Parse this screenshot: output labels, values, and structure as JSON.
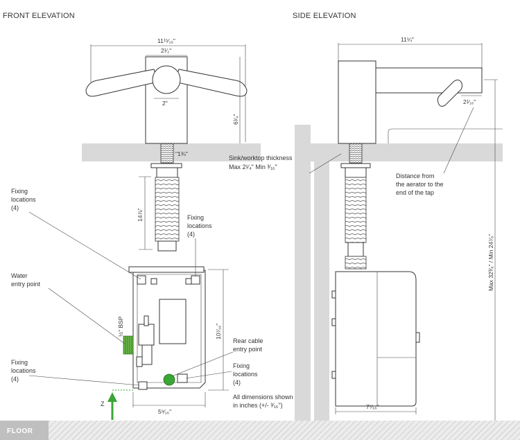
{
  "front": {
    "heading": "FRONT ELEVATION",
    "dims": {
      "overall_width": "11¹⁵⁄₁₆\"",
      "top_width": "2¹⁄₂\"",
      "bottom_width": "2\"",
      "height": "6¹⁄₄\"",
      "shank": "1¾\"",
      "hose_length": "14⅞\"",
      "box_height": "10⁷⁄₁₆\"",
      "box_width": "5⁹⁄₁₆\"",
      "bsp": "½\" BSP",
      "z": "Z"
    },
    "labels": {
      "fixing_tl": [
        "Fixing",
        "locations",
        "(4)"
      ],
      "fixing_tr": [
        "Fixing",
        "locations",
        "(4)"
      ],
      "water": [
        "Water",
        "entry point"
      ],
      "fixing_bl": [
        "Fixing",
        "locations",
        "(4)"
      ],
      "rear_cable": [
        "Rear cable",
        "entry point"
      ],
      "fixing_br": [
        "Fixing",
        "locations",
        "(4)"
      ],
      "all_dims": [
        "All dimensions shown",
        "in inches (+/- ³⁄₁₆\")"
      ]
    }
  },
  "side": {
    "heading": "SIDE ELEVATION",
    "dims": {
      "overall_width": "11¼\"",
      "aerator": "2¹⁄₁₆\"",
      "max_min": "Max 32³⁄₈\" / Min 24⁷⁄₈\"",
      "box_width": "7⁷⁄₁₆\""
    },
    "labels": {
      "sink": [
        "Sink/worktop thickness",
        "Max 2¹⁄₄\" Min ³⁄₁₆\""
      ],
      "distance": [
        "Distance from",
        "the aerator to the",
        "end of the tap"
      ]
    }
  },
  "floor": {
    "label": "FLOOR"
  },
  "colors": {
    "accent_green": "#3aa635",
    "grey": "#d9d9d9",
    "floor_bar": "#bfbfbf"
  },
  "icons": [
    "z-arrow-icon",
    "cable-entry-icon",
    "fixing-hole-icon"
  ]
}
